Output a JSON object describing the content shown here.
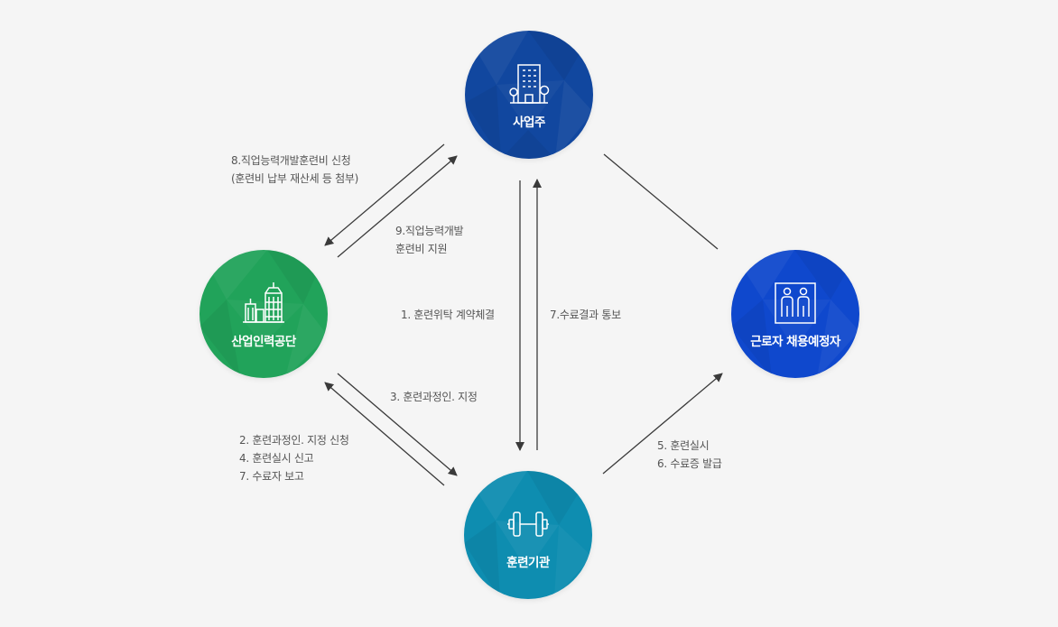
{
  "colors": {
    "employer": "#11479f",
    "hrd_service": "#21a35a",
    "training_institution": "#0e8db0",
    "worker": "#0f48cd",
    "arrow": "#3a3a3a",
    "text": "#555555",
    "background": "#f5f5f5"
  },
  "nodes": {
    "employer": {
      "label": "사업주",
      "icon": "office-building-icon"
    },
    "hrd_service": {
      "label": "산업인력공단",
      "icon": "city-buildings-icon"
    },
    "training_institution": {
      "label": "훈련기관",
      "icon": "dumbbell-icon"
    },
    "worker": {
      "label": "근로자 채용예정자",
      "icon": "two-people-icon"
    }
  },
  "edges": {
    "e8": {
      "lines": [
        "8.직업능력개발훈련비 신청",
        "(훈련비 납부 재산세 등 첨부)"
      ]
    },
    "e9": {
      "lines": [
        "9.직업능력개발",
        "훈련비 지원"
      ]
    },
    "e1": {
      "lines": [
        "1. 훈련위탁 계약체결"
      ]
    },
    "e7": {
      "lines": [
        "7.수료결과 통보"
      ]
    },
    "e3": {
      "lines": [
        "3. 훈련과정인. 지정"
      ]
    },
    "e2": {
      "lines": [
        "2. 훈련과정인. 지정 신청",
        "4. 훈련실시 신고",
        "7. 수료자 보고"
      ]
    },
    "e5": {
      "lines": [
        "5. 훈련실시",
        "6. 수료증 발급"
      ]
    }
  }
}
